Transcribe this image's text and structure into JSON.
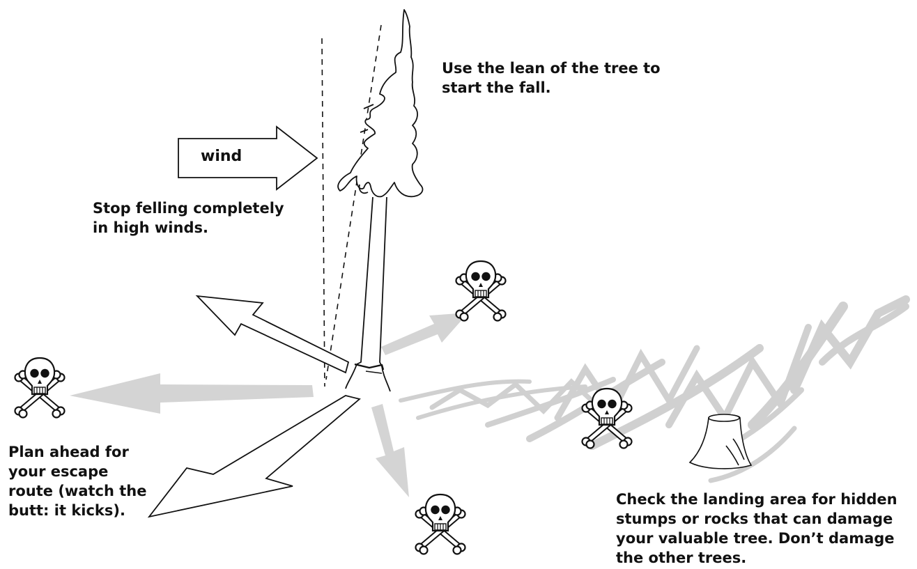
{
  "notes": {
    "lean": "Use the lean of the tree to\nstart the fall.",
    "wind": "wind",
    "stop": "Stop felling completely\nin high winds.",
    "plan": "Plan ahead for\nyour escape\nroute (watch the\nbutt: it kicks).",
    "landing": "Check the landing area for hidden\nstumps or rocks that can damage\nyour valuable tree. Don’t damage\nthe other trees."
  },
  "colors": {
    "ink": "#111111",
    "hazard_arrow": "#d4d4d4",
    "landing_area": "#d0d0d0",
    "outline_fill": "#ffffff"
  },
  "icons": {
    "danger": "skull-crossbones-icon",
    "wind": "wind-arrow-icon",
    "stump": "stump-icon"
  }
}
